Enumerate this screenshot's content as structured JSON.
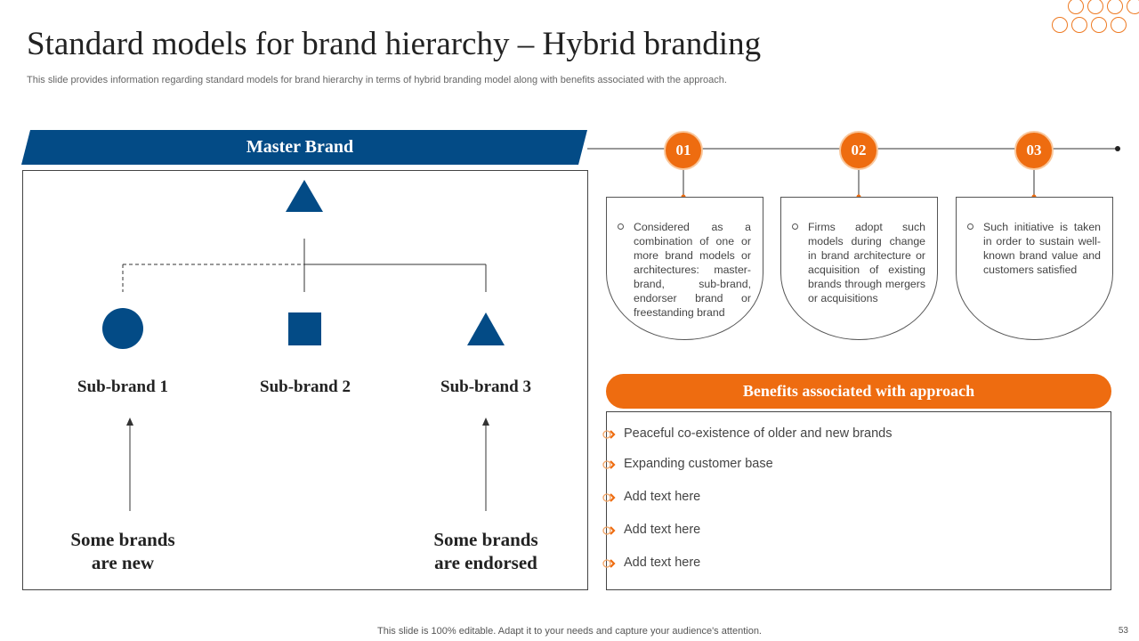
{
  "slide": {
    "title": "Standard models for brand hierarchy – Hybrid branding",
    "subtitle": "This slide provides information regarding standard models for brand hierarchy in terms of hybrid branding model along with benefits associated with the approach.",
    "footer": "This slide is 100% editable. Adapt it to your needs and capture your audience's attention.",
    "page_number": "53"
  },
  "colors": {
    "navy": "#034b86",
    "orange": "#ee6c10",
    "orange_light": "#f9c79c"
  },
  "hierarchy": {
    "master_label": "Master Brand",
    "master_icon": "triangle-icon",
    "sub_brands": [
      {
        "label": "Sub-brand 1",
        "icon": "circle-icon"
      },
      {
        "label": "Sub-brand 2",
        "icon": "square-icon"
      },
      {
        "label": "Sub-brand 3",
        "icon": "triangle-icon"
      }
    ],
    "notes": [
      {
        "line1": "Some brands",
        "line2": "are new"
      },
      {
        "line1": "Some brands",
        "line2": "are endorsed"
      }
    ]
  },
  "timeline": {
    "steps": [
      {
        "number": "01",
        "text": "Considered as a combination of one or more brand models or architectures: master-brand, sub-brand, endorser brand or freestanding brand"
      },
      {
        "number": "02",
        "text": "Firms adopt such models during change in brand architecture or acquisition of existing brands through mergers or acquisitions"
      },
      {
        "number": "03",
        "text": "Such initiative is taken in order to sustain well-known brand value and customers satisfied"
      }
    ]
  },
  "benefits": {
    "heading": "Benefits associated with approach",
    "items": [
      "Peaceful co-existence of older and new brands",
      "Expanding customer base",
      "Add text here",
      "Add text here",
      "Add text here"
    ]
  }
}
